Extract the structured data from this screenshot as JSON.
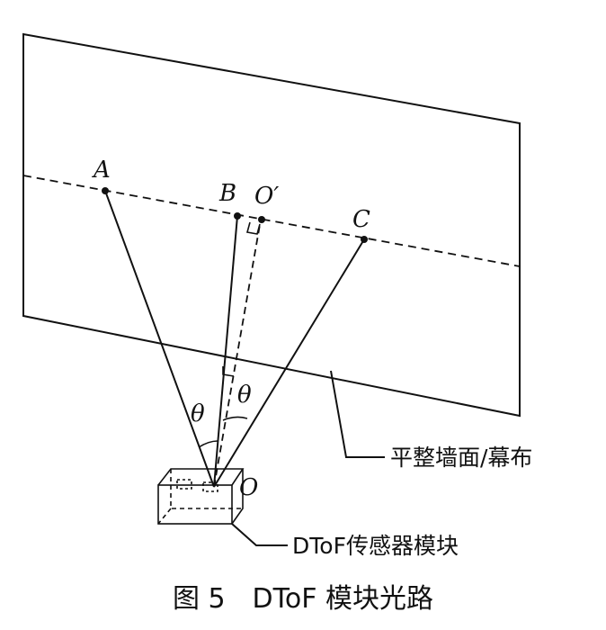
{
  "points": {
    "A": "A",
    "B": "B",
    "O_prime": "O′",
    "C": "C",
    "O": "O"
  },
  "angles": {
    "left": "θ",
    "right": "θ"
  },
  "callouts": {
    "wall": "平整墙面/幕布",
    "sensor": "DToF传感器模块"
  },
  "caption": "图 5　DToF 模块光路"
}
